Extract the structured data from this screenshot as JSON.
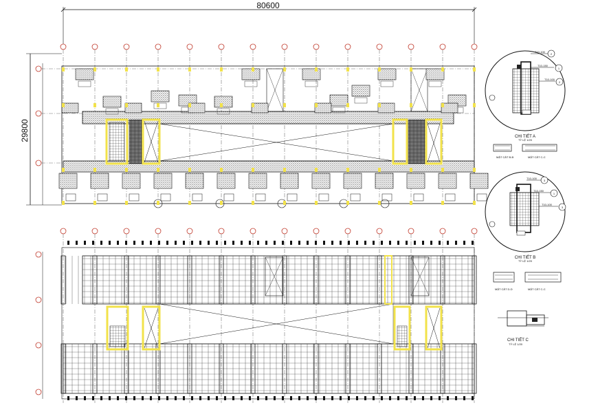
{
  "drawing": {
    "overall_width_dim": "80600",
    "overall_height_dim": "29800"
  },
  "details": {
    "detail_a": {
      "title": "CHI TIẾT A",
      "scale": "TỶ LỆ 1/20",
      "bars": [
        {
          "text": "T10-100",
          "tag": "2"
        },
        {
          "text": "T10-150",
          "tag": "1"
        },
        {
          "text": "T10-100",
          "tag": "2"
        }
      ]
    },
    "detail_b": {
      "title": "CHI TIẾT B",
      "scale": "TỶ LỆ 1/20",
      "bars": [
        {
          "text": "T10-100",
          "tag": "3"
        },
        {
          "text": "T10-150",
          "tag": "1"
        },
        {
          "text": "T10-100",
          "tag": "3"
        }
      ]
    },
    "detail_c": {
      "title": "CHI TIẾT C",
      "scale": "TỶ LỆ 1/20"
    }
  },
  "sections": [
    {
      "id": "b-b-1",
      "label": "MẶT CẮT B-B"
    },
    {
      "id": "c-c-1",
      "label": "MẶT CẮT C-C"
    },
    {
      "id": "d-d",
      "label": "MẶT CẮT D-D"
    },
    {
      "id": "c-c-2",
      "label": "MẶT CẮT C-C"
    }
  ],
  "colors": {
    "line": "#111111",
    "highlight": "#f2e24a",
    "grid_bubble": "#c0392b",
    "background": "#ffffff"
  }
}
